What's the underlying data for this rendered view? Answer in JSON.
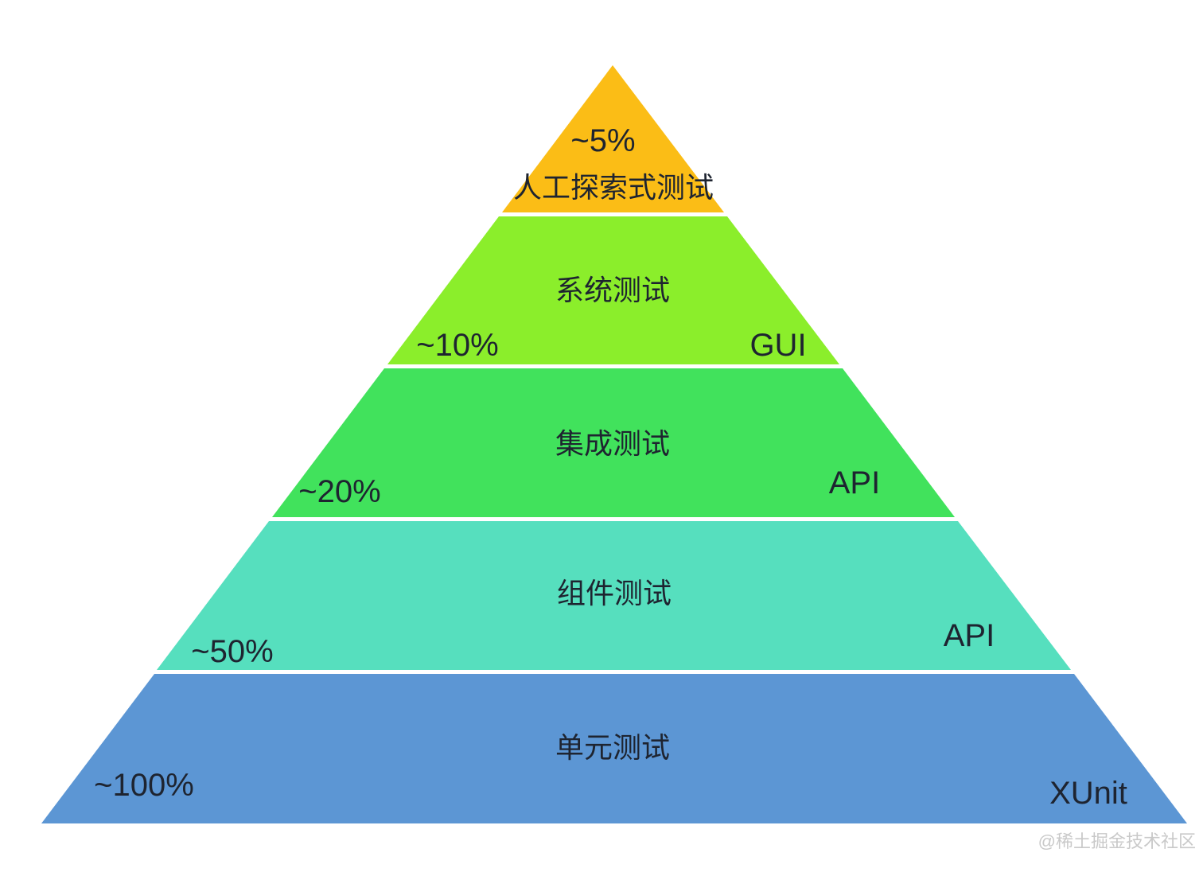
{
  "diagram": {
    "type": "test-pyramid",
    "text_color": "#1E2430",
    "layers": [
      {
        "name": "人工探索式测试",
        "share": "~5%",
        "interface": "",
        "color": "#FBBD16"
      },
      {
        "name": "系统测试",
        "share": "~10%",
        "interface": "GUI",
        "color": "#8BEE2B"
      },
      {
        "name": "集成测试",
        "share": "~20%",
        "interface": "API",
        "color": "#41E25C"
      },
      {
        "name": "组件测试",
        "share": "~50%",
        "interface": "API",
        "color": "#56DFBE"
      },
      {
        "name": "单元测试",
        "share": "~100%",
        "interface": "XUnit",
        "color": "#5C96D4"
      }
    ],
    "watermark": {
      "text": "@稀土掘金技术社区",
      "color": "#C9C9C9"
    }
  }
}
